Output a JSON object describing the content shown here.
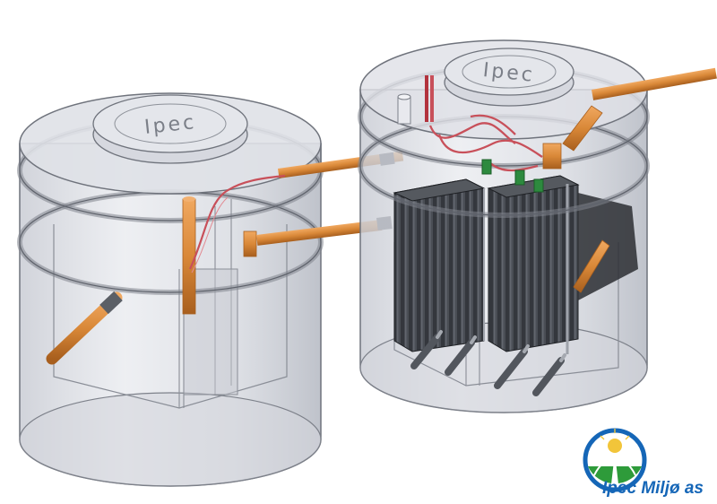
{
  "left_tank": {
    "lid_label": "Ipec"
  },
  "right_tank": {
    "lid_label": "Ipec"
  },
  "logo": {
    "text": "Ipec Miljø as"
  },
  "colors": {
    "tank_fill": "#dadde4",
    "tank_stroke": "#6f737c",
    "pipe": "#d98838",
    "pipe_dark": "#a85f1e",
    "filter": "#3a3d43",
    "hose": "#c8505a",
    "logo_blue": "#1566b7",
    "logo_green": "#2e9b3a"
  }
}
